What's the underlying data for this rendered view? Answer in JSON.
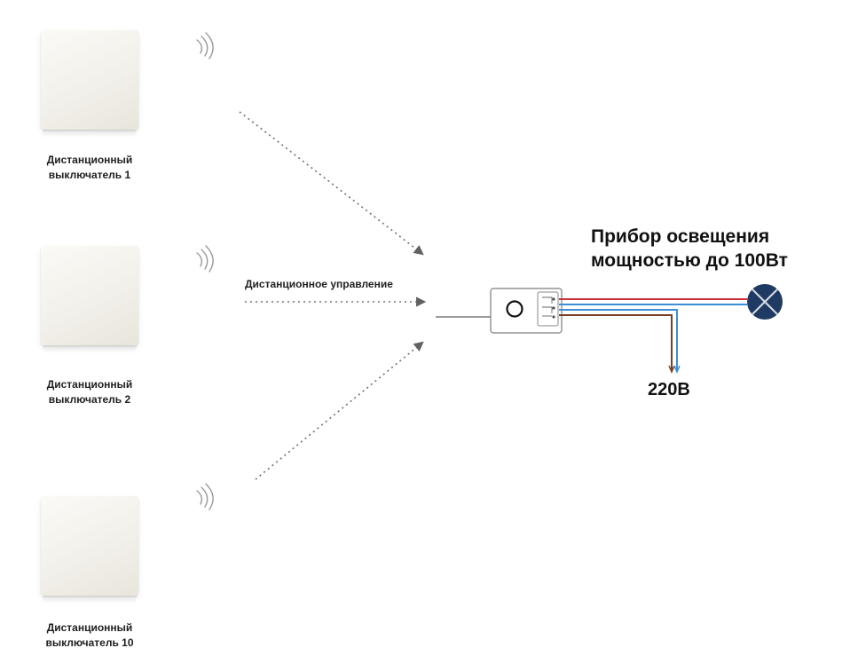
{
  "switches": [
    {
      "line1": "Дистанционный",
      "line2": "выключатель 1"
    },
    {
      "line1": "Дистанционный",
      "line2": "выключатель 2"
    },
    {
      "line1": "Дистанционный",
      "line2": "выключатель 10"
    }
  ],
  "remote_control_label": "Дистанционное управление",
  "lamp": {
    "line1": "Прибор освещения",
    "line2": "мощностью до 100Вт"
  },
  "voltage_label": "220В",
  "colors": {
    "dotted_arrow": "#707070",
    "wire_red": "#c9313b",
    "wire_blue": "#3b8fd6",
    "wire_brown": "#7a3f22",
    "lamp_fill": "#1f3a63",
    "signal_icon": "#9a9a9a"
  },
  "icons": [
    "wireless-signal-icon",
    "lamp-icon",
    "dotted-arrow-icon"
  ]
}
